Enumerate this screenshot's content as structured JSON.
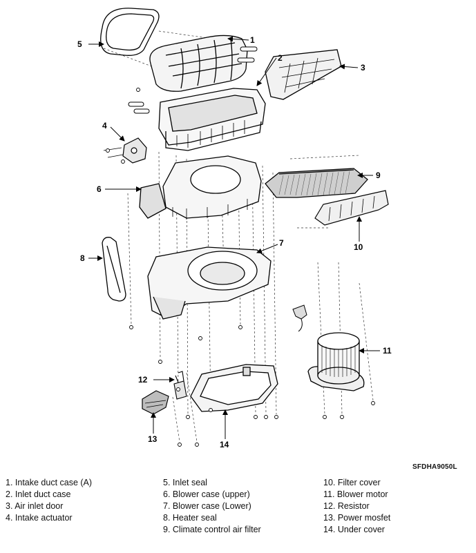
{
  "figure": {
    "reference_code": "SFDHA9050L"
  },
  "callouts": [
    "1",
    "2",
    "3",
    "4",
    "5",
    "6",
    "7",
    "8",
    "9",
    "10",
    "11",
    "12",
    "13",
    "14"
  ],
  "legend": {
    "column1": [
      "1. Intake duct case (A)",
      "2. Inlet duct case",
      "3. Air inlet door",
      "4. Intake actuator"
    ],
    "column2": [
      "5. Inlet seal",
      "6. Blower case (upper)",
      "7. Blower case (Lower)",
      "8. Heater seal",
      "9. Climate control air filter"
    ],
    "column3": [
      "10. Filter cover",
      "11. Blower motor",
      "12. Resistor",
      "13. Power mosfet",
      "14. Under cover"
    ]
  }
}
